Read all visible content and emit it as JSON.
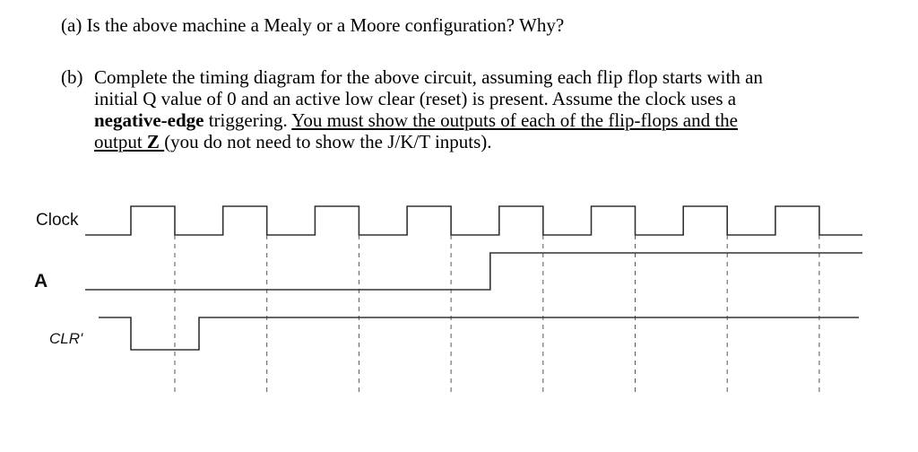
{
  "question_a": {
    "marker": "(a)",
    "text": "Is the above machine a Mealy or a Moore configuration?  Why?"
  },
  "question_b": {
    "marker": "(b)",
    "line1": "Complete the timing diagram for the above circuit, assuming each flip flop starts with an",
    "line2": "initial Q value of 0 and an active low clear (reset) is present.  Assume the clock uses a",
    "line3_bold": "negative-edge",
    "line3_rest": " triggering.  ",
    "line3_underlined": "You must show the outputs of each of the flip-flops and the",
    "line4_underlined_a": "output ",
    "line4_underlined_bold": "Z ",
    "line4_rest": "(you do not need to show the J/K/T inputs)."
  },
  "timing_diagram": {
    "signals": [
      {
        "name": "Clock",
        "italic": false,
        "bold": false
      },
      {
        "name": "A",
        "italic": false,
        "bold": true
      },
      {
        "name": "CLR'",
        "italic": true,
        "bold": false
      }
    ],
    "clock_cycles": 8,
    "A_waveform": "low, goes high partway through the fifth clock period and stays high",
    "CLR_waveform": "high, low during the first clock pulse through just after it, then high"
  }
}
